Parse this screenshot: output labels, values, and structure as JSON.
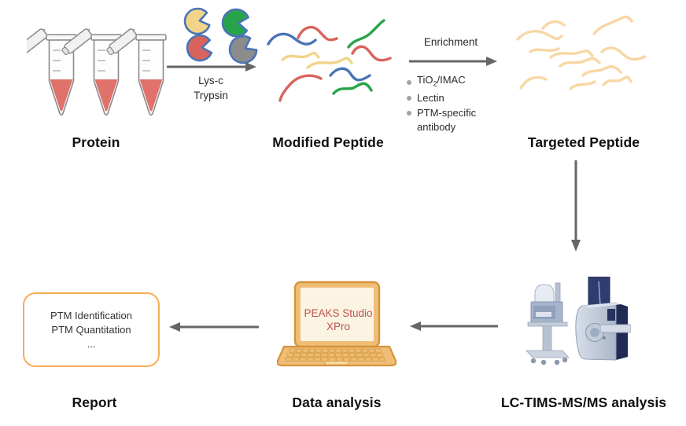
{
  "stages": {
    "protein": {
      "label": "Protein"
    },
    "modified_peptide": {
      "label": "Modified Peptide"
    },
    "targeted_peptide": {
      "label": "Targeted Peptide"
    },
    "ms_analysis": {
      "label": "LC-TIMS-MS/MS analysis"
    },
    "data_analysis": {
      "label": "Data analysis",
      "software_line1": "PEAKS Studio",
      "software_line2": "XPro"
    },
    "report": {
      "label": "Report",
      "lines": [
        "PTM Identification",
        "PTM Quantitation",
        "..."
      ]
    }
  },
  "transitions": {
    "digestion": {
      "enzyme1": "Lys-c",
      "enzyme2": "Trypsin"
    },
    "enrichment": {
      "title": "Enrichment",
      "bullet1_pre": "TiO",
      "bullet1_sub": "2",
      "bullet1_post": "/IMAC",
      "bullet2": "Lectin",
      "bullet3_line1": "PTM-specific",
      "bullet3_line2": "antibody"
    }
  },
  "icons": {
    "protein": "microcentrifuge-tubes-icon",
    "digestion": "enzyme-pacman-icon",
    "modified_peptide": "colored-peptide-strands-icon",
    "targeted_peptide": "tan-peptide-strands-icon",
    "ms_instrument": "mass-spectrometer-icon",
    "data_analysis": "laptop-icon",
    "report": "report-box"
  },
  "colors": {
    "arrow_gray": "#666666",
    "peptide_red": "#d9635d",
    "peptide_blue": "#4a74b8",
    "peptide_yellow": "#f2d488",
    "peptide_green": "#27a449",
    "enzyme_gray": "#8c8c8c",
    "enzyme_outline": "#4a74b8",
    "targeted_peptide_tan": "#f8d7a4",
    "tube_liquid_red": "#e0716b",
    "laptop_body": "#efbe76",
    "laptop_outline": "#d6933b",
    "software_text_red": "#c0504d",
    "report_border_orange": "#f4ae55",
    "instrument_navy": "#2e3c6f",
    "label_black": "#101010"
  }
}
